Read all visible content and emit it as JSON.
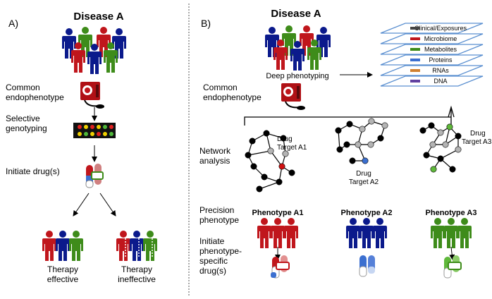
{
  "panel_a": {
    "label": "A)",
    "title": "Disease A",
    "steps": [
      "Common",
      "endophenotype",
      "Selective",
      "genotyping",
      "Initiate drug(s)"
    ],
    "outcome_left": [
      "Therapy",
      "effective"
    ],
    "outcome_right": [
      "Therapy",
      "ineffective"
    ]
  },
  "panel_b": {
    "label": "B)",
    "title": "Disease A",
    "deep_phenotyping": "Deep phenotyping",
    "endophenotype": [
      "Common",
      "endophenotype"
    ],
    "omics_layers": [
      "Clinical/Exposures",
      "Microbiome",
      "Metabolites",
      "Proteins",
      "RNAs",
      "DNA"
    ],
    "network_label": [
      "Network",
      "analysis"
    ],
    "drug_targets": [
      [
        "Drug",
        "Target A1"
      ],
      [
        "Drug",
        "Target A2"
      ],
      [
        "Drug",
        "Target A3"
      ]
    ],
    "phenotypes": [
      "Phenotype A1",
      "Phenotype A2",
      "Phenotype A3"
    ],
    "precision_label": [
      "Precision",
      "phenotype"
    ],
    "initiate_label": [
      "Initiate",
      "phenotype-",
      "specific",
      "drug(s)"
    ]
  },
  "colors": {
    "red": "#c0161c",
    "blue": "#0b1a8c",
    "green": "#3e8c1a",
    "network_grey": "#b4b4b4",
    "target_red": "#d01010",
    "target_blue": "#3b6fd0",
    "target_green": "#5fb83a"
  },
  "icons": [
    "person-icon",
    "pill-capsule-icon",
    "device-monitor-icon",
    "gene-array-icon",
    "network-graph-icon",
    "omics-layers-icon"
  ]
}
